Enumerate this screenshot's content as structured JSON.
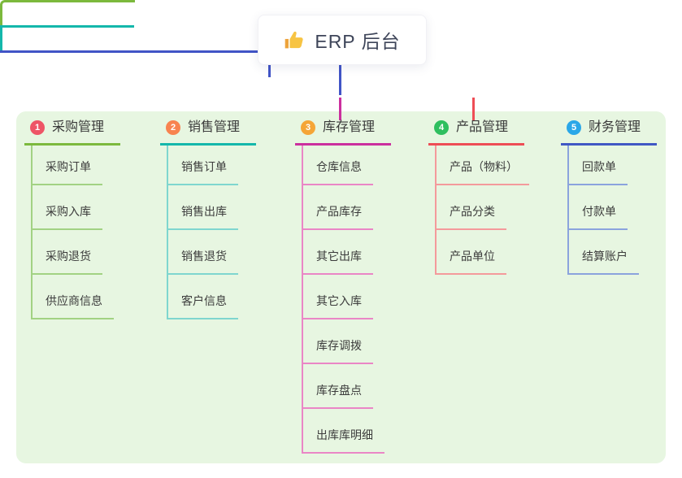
{
  "page": {
    "canvas_background": "#e7f6e1"
  },
  "root": {
    "label": "ERP 后台",
    "icon": "thumbs-up-icon",
    "line_color": "#4154c6"
  },
  "branches": [
    {
      "badge": "1",
      "label": "采购管理",
      "badge_color": "#ee5566",
      "main_color": "#7cb93d",
      "light_color": "#a2d283",
      "children": [
        "采购订单",
        "采购入库",
        "采购退货",
        "供应商信息"
      ]
    },
    {
      "badge": "2",
      "label": "销售管理",
      "badge_color": "#f8834f",
      "main_color": "#14b7ab",
      "light_color": "#7fd6cf",
      "children": [
        "销售订单",
        "销售出库",
        "销售退货",
        "客户信息"
      ]
    },
    {
      "badge": "3",
      "label": "库存管理",
      "badge_color": "#f5a537",
      "main_color": "#cb2f9e",
      "light_color": "#ea86c6",
      "children": [
        "仓库信息",
        "产品库存",
        "其它出库",
        "其它入库",
        "库存调拨",
        "库存盘点",
        "出库库明细"
      ]
    },
    {
      "badge": "4",
      "label": "产品管理",
      "badge_color": "#2fbf5f",
      "main_color": "#ee4d55",
      "light_color": "#f49a9b",
      "children": [
        "产品（物料）",
        "产品分类",
        "产品单位"
      ]
    },
    {
      "badge": "5",
      "label": "财务管理",
      "badge_color": "#2aa7e8",
      "main_color": "#4058c4",
      "light_color": "#8ba3dd",
      "children": [
        "回款单",
        "付款单",
        "结算账户"
      ]
    }
  ]
}
